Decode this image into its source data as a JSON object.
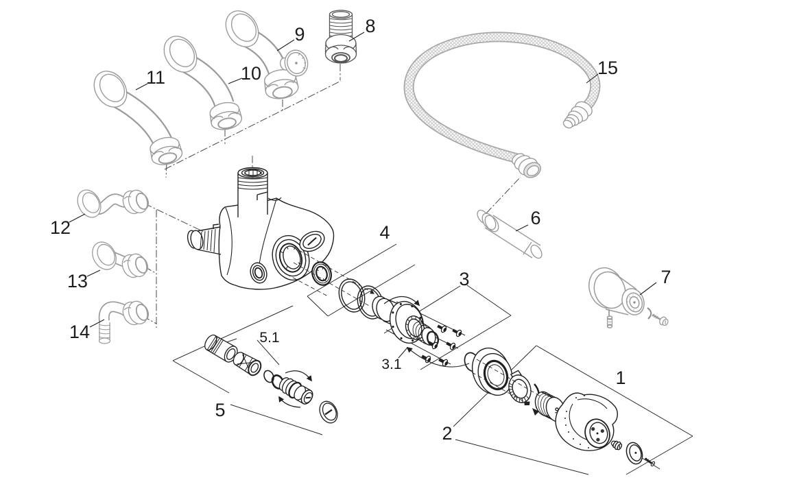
{
  "title": "Exploded parts diagram",
  "colors": {
    "background": "#ffffff",
    "ink": "#1f1f1f",
    "secondary_gray": "#9b9b9b",
    "hose_weave": "#c9c9c9"
  },
  "callouts": [
    {
      "id": "1",
      "label": "1"
    },
    {
      "id": "2",
      "label": "2"
    },
    {
      "id": "3",
      "label": "3"
    },
    {
      "id": "3.1",
      "label": "3.1"
    },
    {
      "id": "4",
      "label": "4"
    },
    {
      "id": "5",
      "label": "5"
    },
    {
      "id": "5.1",
      "label": "5.1"
    },
    {
      "id": "6",
      "label": "6"
    },
    {
      "id": "7",
      "label": "7"
    },
    {
      "id": "8",
      "label": "8"
    },
    {
      "id": "9",
      "label": "9"
    },
    {
      "id": "10",
      "label": "10"
    },
    {
      "id": "11",
      "label": "11"
    },
    {
      "id": "12",
      "label": "12"
    },
    {
      "id": "13",
      "label": "13"
    },
    {
      "id": "14",
      "label": "14"
    },
    {
      "id": "15",
      "label": "15"
    }
  ]
}
